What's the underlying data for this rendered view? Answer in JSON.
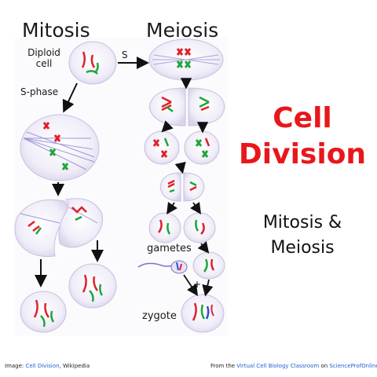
{
  "headings": {
    "mitosis": "Mitosis",
    "meiosis": "Meiosis"
  },
  "labels": {
    "diploid_line1": "Diploid",
    "diploid_line2": "cell",
    "s_phase": "S-phase",
    "s": "S",
    "gametes": "gametes",
    "zygote": "zygote"
  },
  "title": {
    "line1": "Cell",
    "line2": "Division"
  },
  "subtitle": {
    "line1": "Mitosis &",
    "line2": "Meiosis"
  },
  "credits": {
    "image_prefix": "Image: ",
    "image_link": "Cell Division",
    "image_suffix": ", Wikipedia",
    "from_prefix": "From the ",
    "from_link": "Virtual Cell Biology Classroom",
    "from_middle": " on ",
    "from_site": "ScienceProfOnline.com"
  },
  "colors": {
    "title_red": "#e8171b",
    "link_blue": "#1f5fd1",
    "chromosome_red": "#e0202a",
    "chromosome_green": "#1fa63a",
    "chromosome_blue": "#2d4fd6",
    "spindle": "#7a73c9",
    "cell_fill": "#f1eef8",
    "cell_edge": "#b9b2d6"
  }
}
